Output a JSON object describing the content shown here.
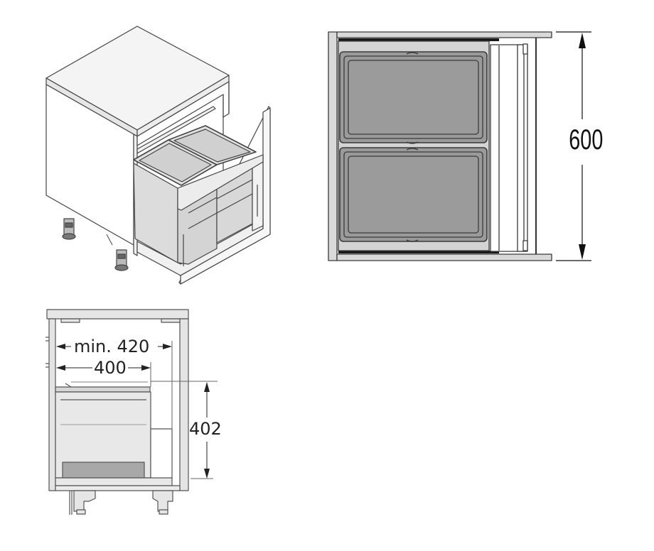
{
  "diagram": {
    "subject": "base-cabinet-with-pull-out-double-waste-bin",
    "views": {
      "isometric": {
        "label": "isometric-view",
        "bins": 2
      },
      "top": {
        "label": "top-view",
        "bins": 2,
        "dimensions": {
          "depth": "600"
        }
      },
      "front": {
        "label": "front-section-view",
        "dimensions": {
          "min_inner_width": "min. 420",
          "unit_width": "400",
          "unit_height": "402"
        }
      }
    },
    "colors": {
      "line": "#3a3a3a",
      "panel_light": "#d9d9d9",
      "panel_white": "#f4f4f4",
      "bin_light": "#dcdcdc",
      "bin_dark": "#9a9a9a",
      "bin_bottom": "#a8a8a8",
      "rail_black": "#1a1a1a",
      "dimension": "#111111"
    }
  }
}
